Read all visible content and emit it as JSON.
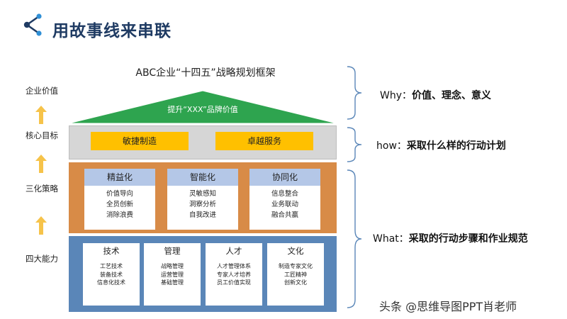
{
  "slide": {
    "title": "用故事线来串联",
    "icon": "connected-nodes-icon",
    "accent_color": "#1f3b63"
  },
  "framework": {
    "title": "ABC企业“十四五”战略规划框架",
    "roof_text": "提升“XXX”品牌价值",
    "roof_color": "#2ea44f",
    "core_goals": [
      "敏捷制造",
      "卓越服务"
    ],
    "strategies": [
      {
        "name": "精益化",
        "items": [
          "价值导向",
          "全员创新",
          "消除浪费"
        ]
      },
      {
        "name": "智能化",
        "items": [
          "灵敏感知",
          "洞察分析",
          "自我改进"
        ]
      },
      {
        "name": "协同化",
        "items": [
          "信息整合",
          "业务联动",
          "融合共赢"
        ]
      }
    ],
    "abilities": [
      {
        "name": "技术",
        "items": "工艺技术\n装备技术\n信息化技术"
      },
      {
        "name": "管理",
        "items": "战略管理\n运营管理\n基础管理"
      },
      {
        "name": "人才",
        "items": "人才管理体系\n专家人才培养\n员工价值实现"
      },
      {
        "name": "文化",
        "items": "制造专家文化\n工匠精神\n创新文化"
      }
    ]
  },
  "left_labels": [
    "企业价值",
    "核心目标",
    "三化策略",
    "四大能力"
  ],
  "right_labels": [
    {
      "keyword": "Why：",
      "text": "价值、理念、意义"
    },
    {
      "keyword": "how：",
      "text": "采取什么样的行动计划"
    },
    {
      "keyword": "What：",
      "text": "采取的行动步骤和作业规范"
    }
  ],
  "watermark": "头条 @思维导图PPT肖老师"
}
